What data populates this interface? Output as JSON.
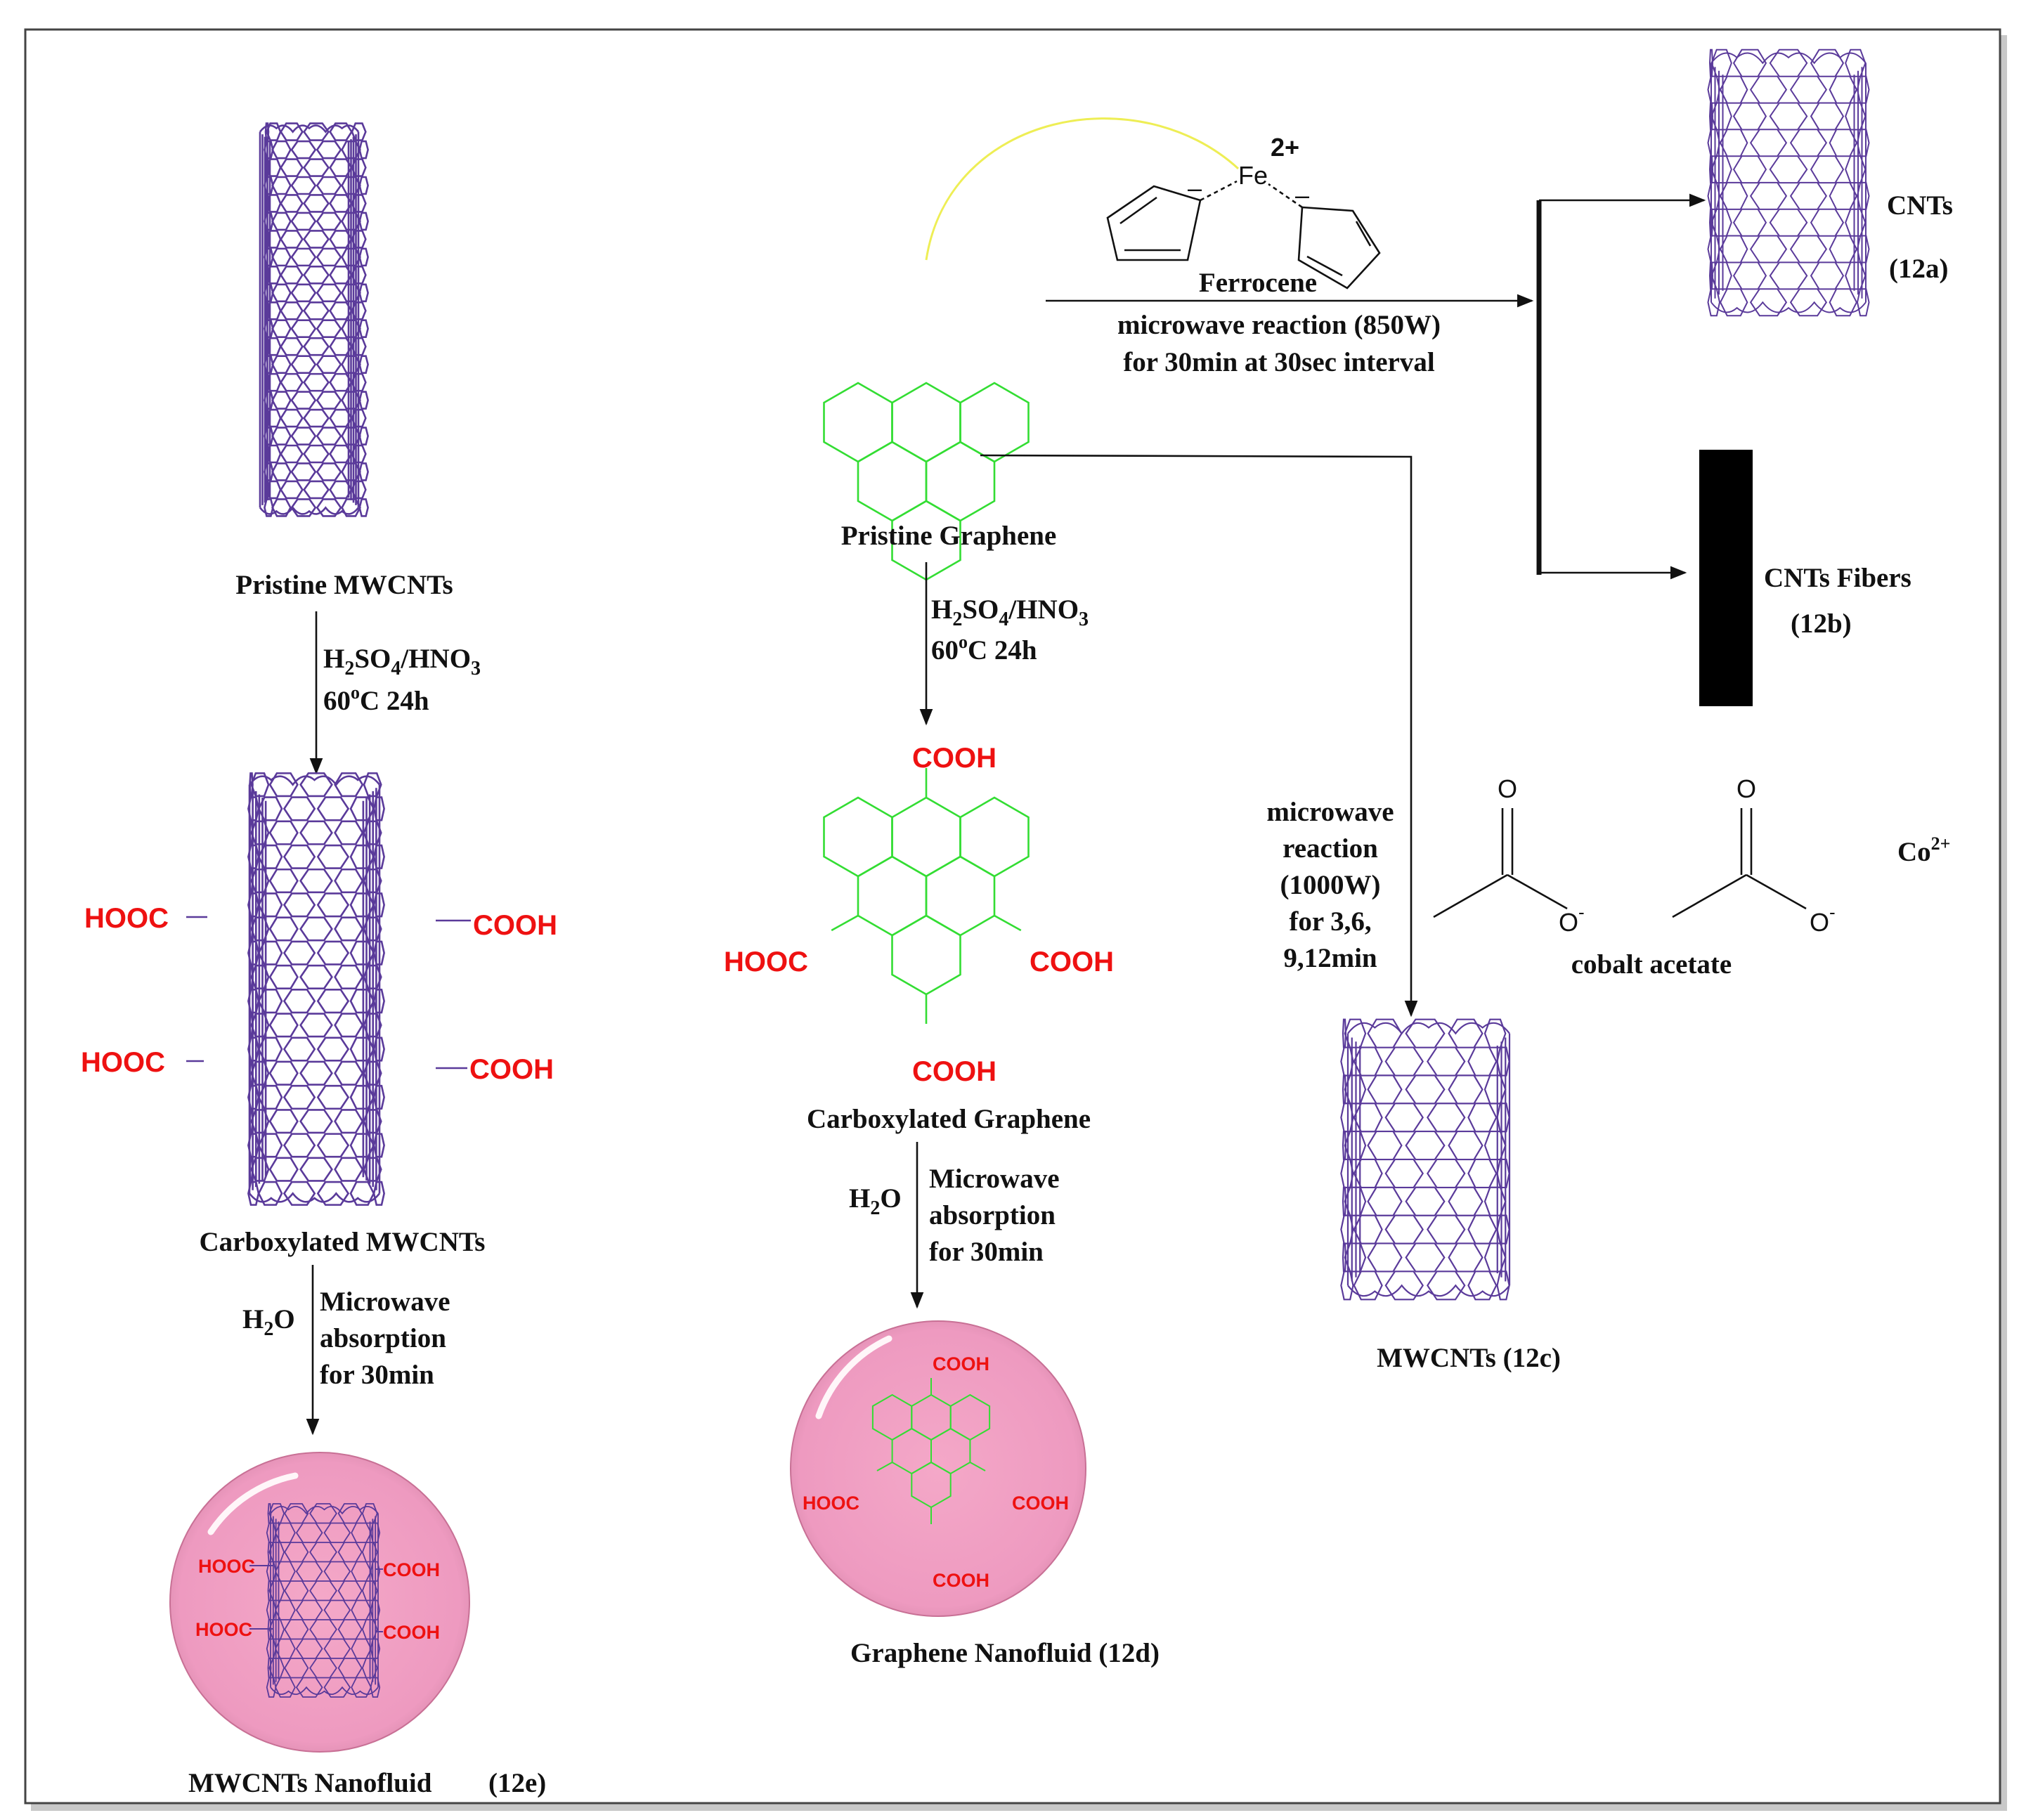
{
  "labels": {
    "pristine_mwcnts": "Pristine MWCNTs",
    "carboxylated_mwcnts": "Carboxylated MWCNTs",
    "mwcnts_nanofluid": "MWCNTs Nanofluid",
    "mwcnts_nanofluid_code": "(12e)",
    "pristine_graphene": "Pristine Graphene",
    "carboxylated_graphene": "Carboxylated Graphene",
    "graphene_nanofluid": "Graphene Nanofluid (12d)",
    "cnts": "CNTs",
    "cnts_code": "(12a)",
    "cnts_fibers": "CNTs Fibers",
    "cnts_fibers_code": "(12b)",
    "mwcnts_12c": "MWCNTs (12c)",
    "ferrocene": "Ferrocene",
    "cobalt_acetate": "cobalt acetate"
  },
  "conditions": {
    "acid_base": "H",
    "acid_sub2": "2",
    "acid_so": "SO",
    "acid_sub4": "4",
    "acid_hno": "/HNO",
    "acid_sub3": "3",
    "temp_base": "60",
    "temp_sup": "o",
    "temp_rest": "C 24h",
    "water_h": "H",
    "water_sub": "2",
    "water_o": "O",
    "mw_abs_1": "Microwave",
    "mw_abs_2": "absorption",
    "mw_abs_3": "for 30min",
    "mw850_1": "microwave reaction (850W)",
    "mw850_2": "for 30min at 30sec interval",
    "mw1000_1": "microwave",
    "mw1000_2": "reaction",
    "mw1000_3": "(1000W)",
    "mw1000_4": "for 3,6,",
    "mw1000_5": "9,12min"
  },
  "groups": {
    "cooh": "COOH",
    "hooc": "HOOC"
  },
  "atoms": {
    "fe": "Fe",
    "fe_charge": "2+",
    "cp_charge": "–",
    "o": "O",
    "o_minus_base": "O",
    "o_minus_sup": "-",
    "co_base": "Co",
    "co_sup": "2+"
  },
  "colors": {
    "nanotube": "#5a3a9a",
    "graphene": "#33dd33",
    "carboxyl": "#ee1111",
    "nanofluid": "#f0a0c0",
    "ferrocene_link": "#eeee55"
  }
}
